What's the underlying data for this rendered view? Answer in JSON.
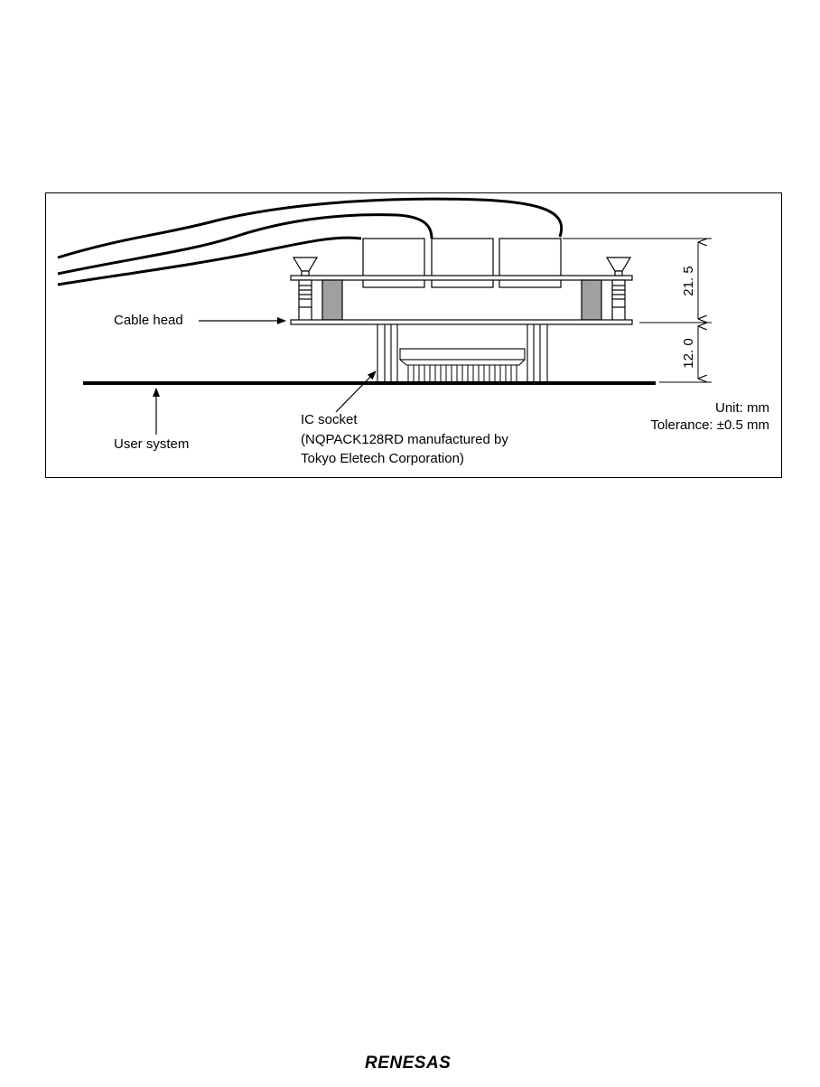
{
  "figure": {
    "labels": {
      "cable_head": "Cable head",
      "user_system": "User system",
      "ic_socket_line1": "IC socket",
      "ic_socket_line2": "(NQPACK128RD manufactured by",
      "ic_socket_line3": "Tokyo Eletech Corporation)",
      "unit": "Unit: mm",
      "tolerance": "Tolerance: ±0.5 mm"
    },
    "dimensions": {
      "upper": "21. 5",
      "lower": "12. 0"
    }
  },
  "footer": {
    "logo": "RENESAS"
  }
}
